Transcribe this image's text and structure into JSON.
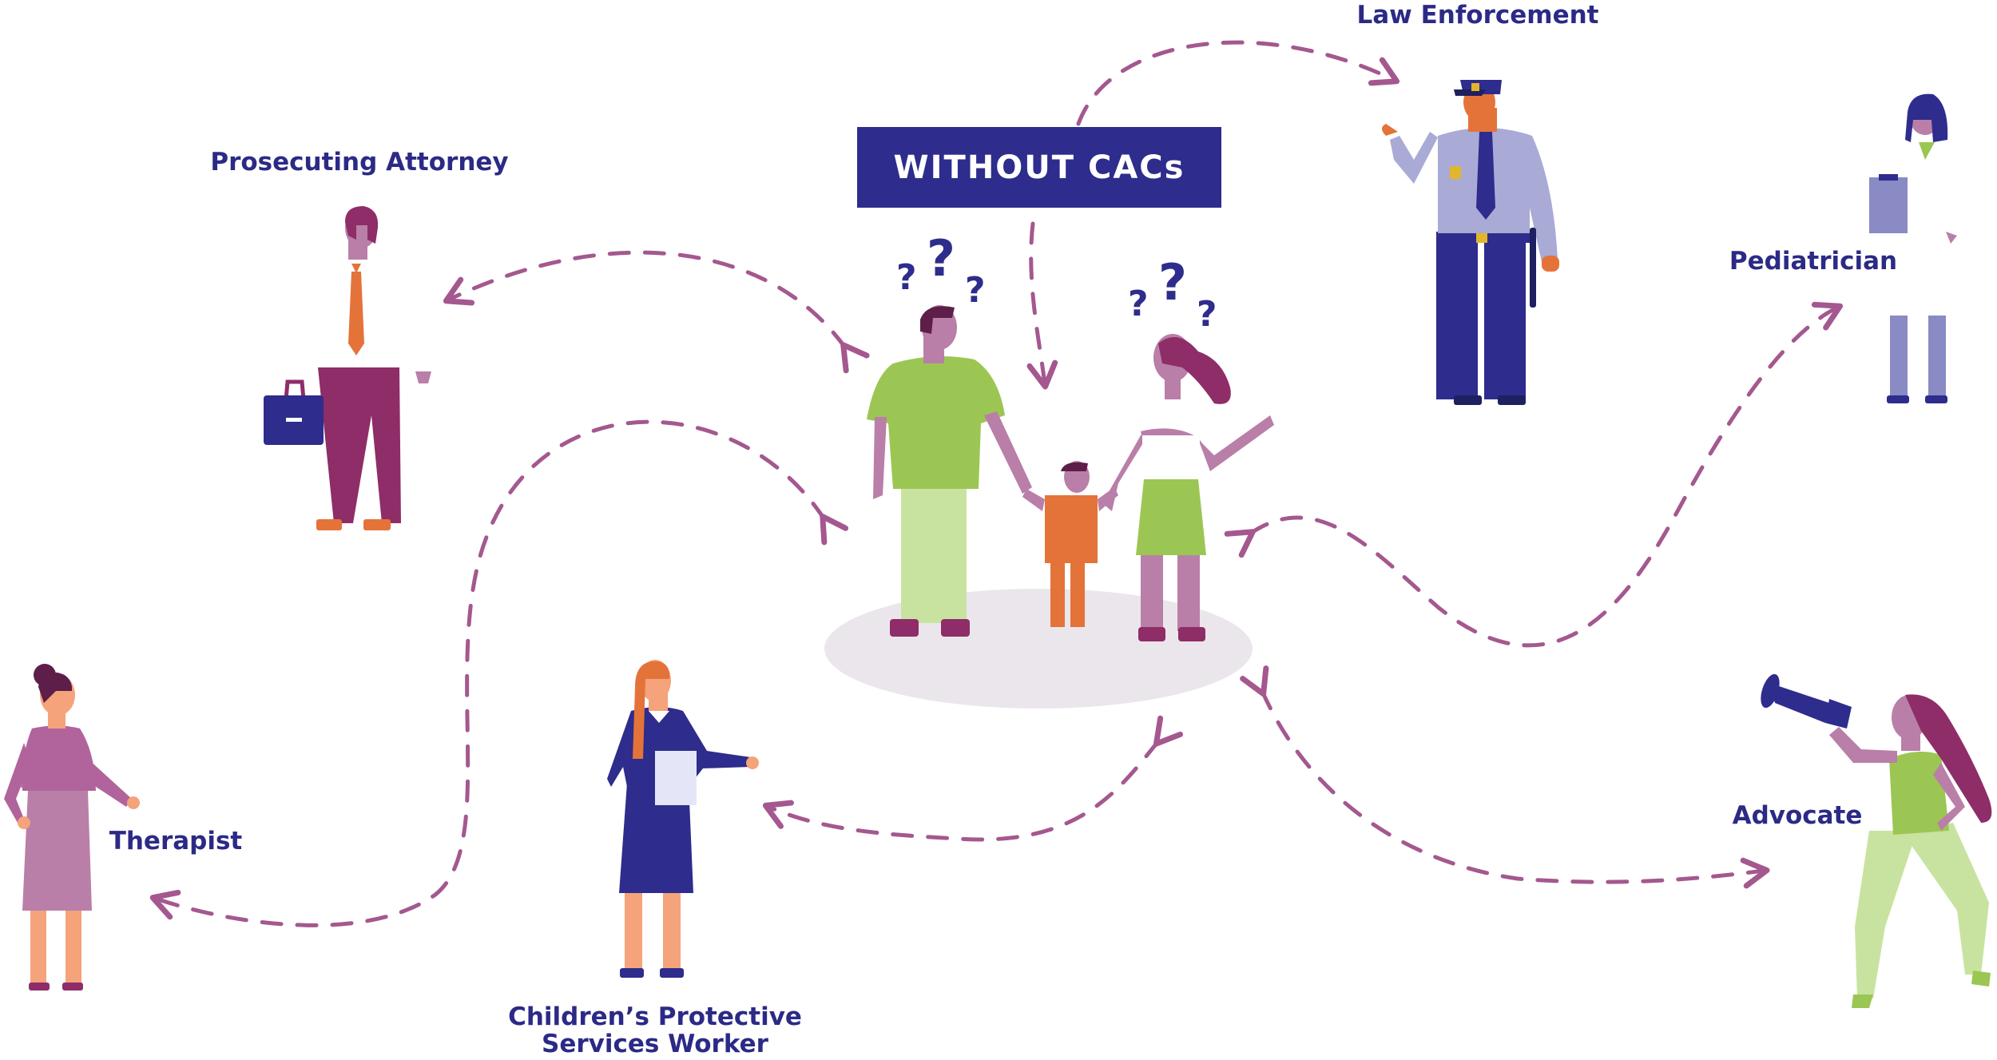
{
  "title": "WITHOUT CACs",
  "roles": {
    "law_enforcement": "Law Enforcement",
    "prosecuting_attorney": "Prosecuting Attorney",
    "pediatrician": "Pediatrician",
    "therapist": "Therapist",
    "advocate": "Advocate",
    "cps_line1": "Children’s Protective",
    "cps_line2": "Services Worker"
  },
  "colors": {
    "navy": "#2e2c8c",
    "arrow": "#a4588f",
    "green": "#9cc653",
    "light_green": "#c8e3a0",
    "orange": "#e4733a",
    "mauve": "#b97fa8",
    "plum": "#8e2d68",
    "lavender": "#a9aad6",
    "shadow": "#ebe6ec"
  }
}
